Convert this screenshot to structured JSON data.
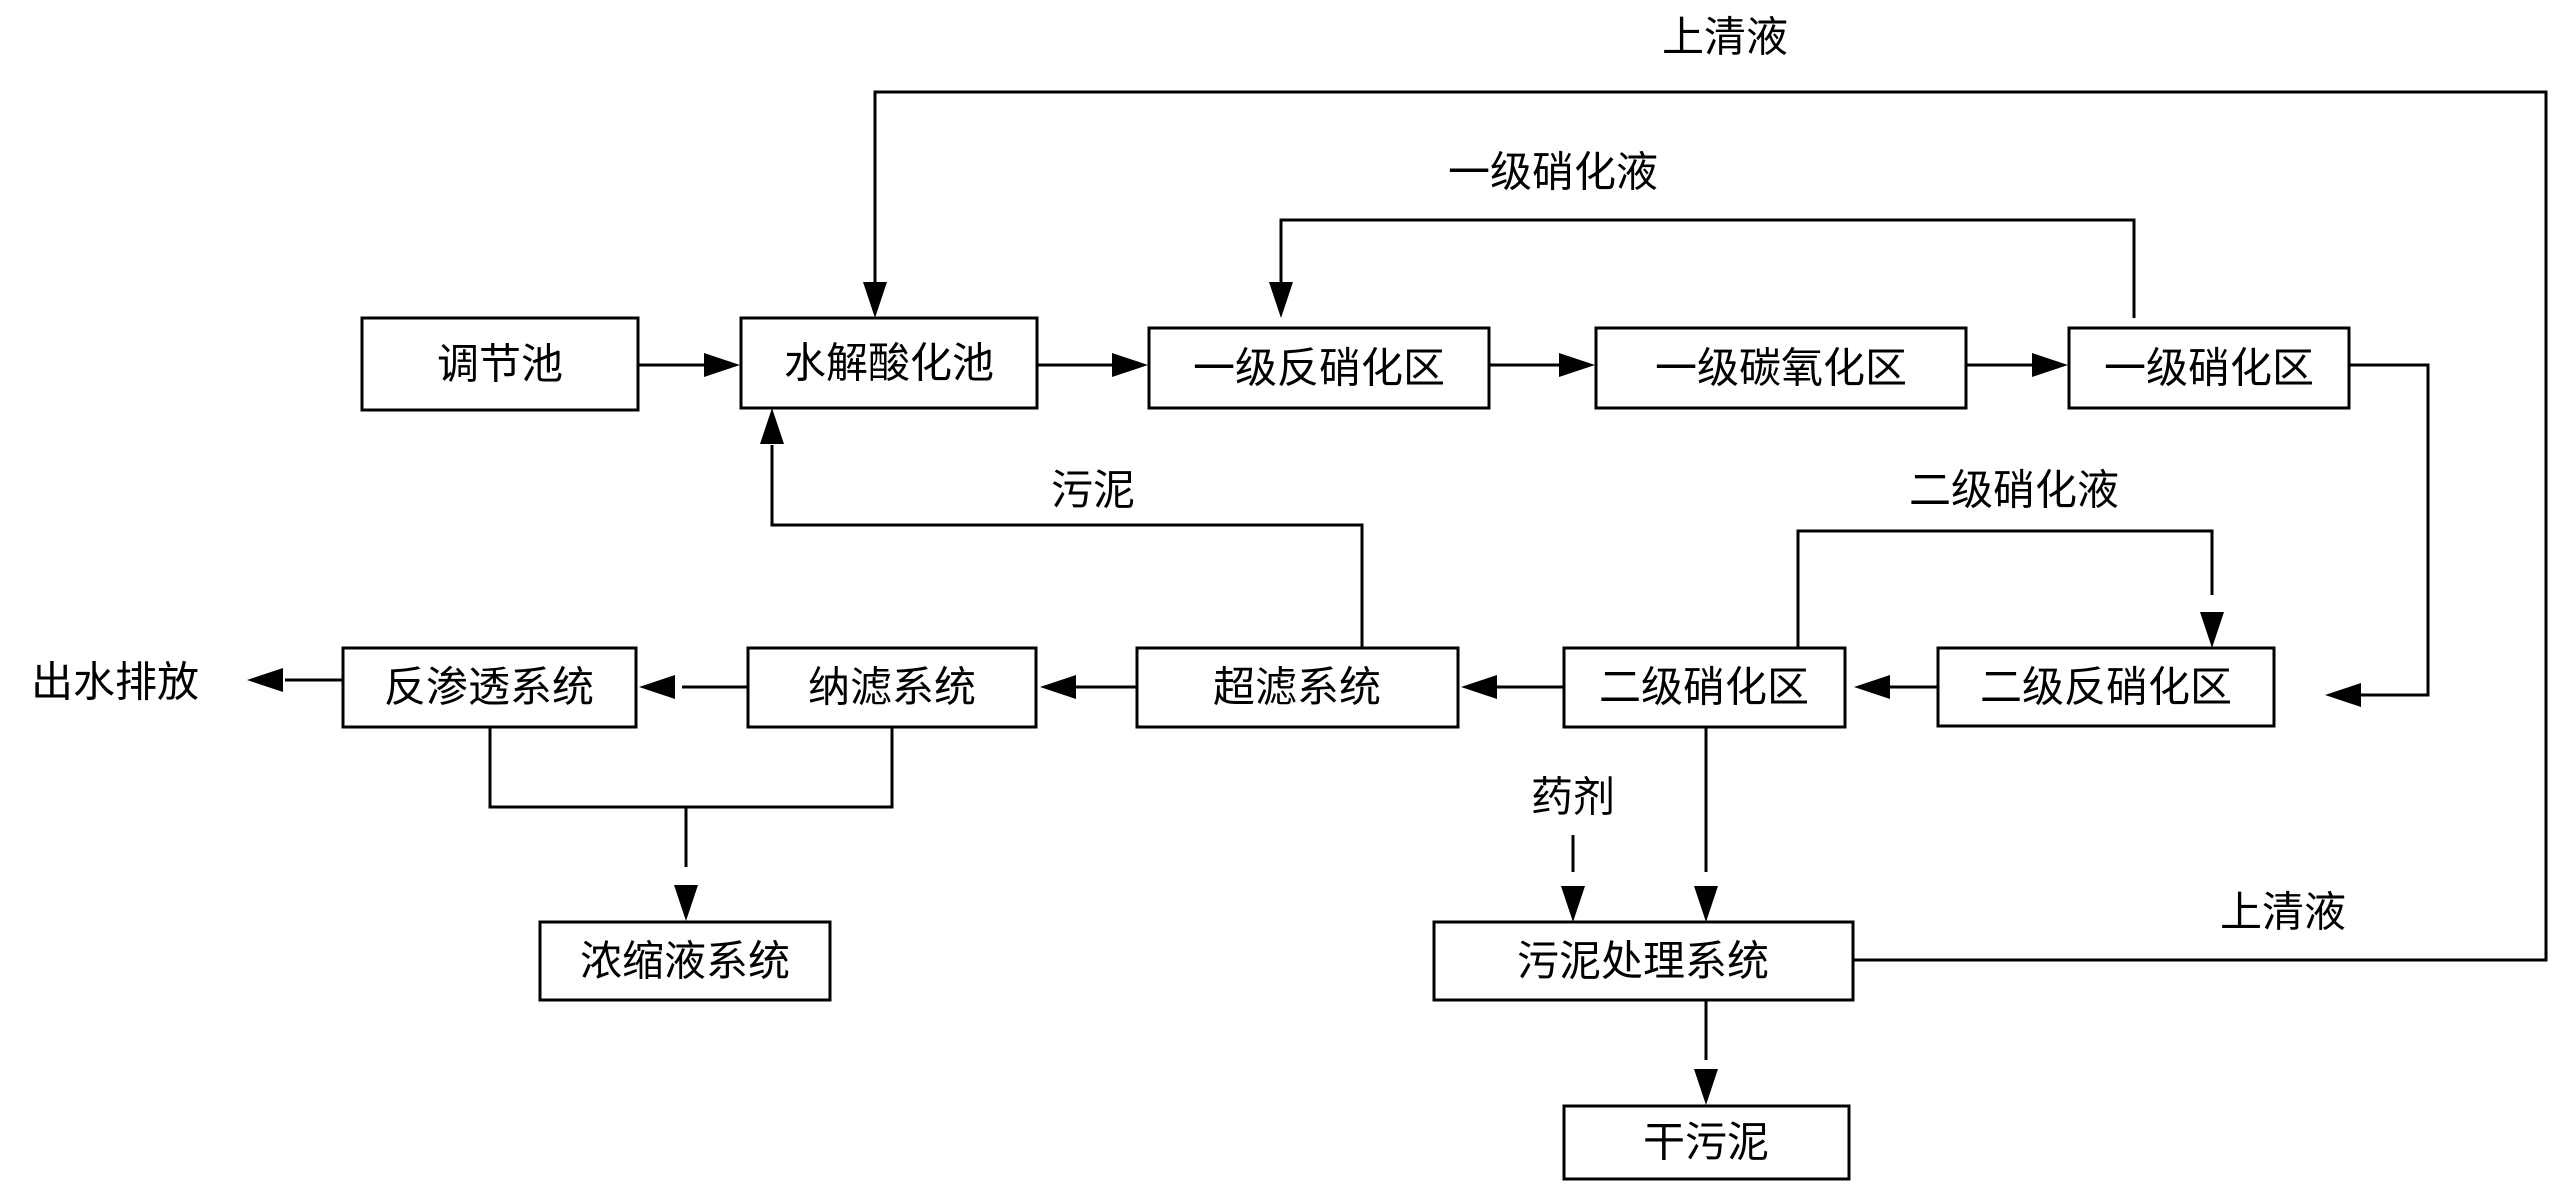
{
  "nodes": {
    "tiaojiechi": "调节池",
    "shuijie": "水解酸化池",
    "yiji_fanxiao": "一级反硝化区",
    "yiji_tanyang": "一级碳氧化区",
    "yiji_xiaohua": "一级硝化区",
    "erji_fanxiao": "二级反硝化区",
    "erji_xiaohua": "二级硝化区",
    "chaolv": "超滤系统",
    "nalv": "纳滤系统",
    "fanshentou": "反渗透系统",
    "nongsuo": "浓缩液系统",
    "wunichuli": "污泥处理系统",
    "ganwuni": "干污泥"
  },
  "labels": {
    "shangqingye_top": "上清液",
    "yiji_xiaohuaye": "一级硝化液",
    "erji_xiaohuaye": "二级硝化液",
    "wuni": "污泥",
    "chushui": "出水排放",
    "yaoji": "药剂",
    "shangqingye_right": "上清液"
  }
}
